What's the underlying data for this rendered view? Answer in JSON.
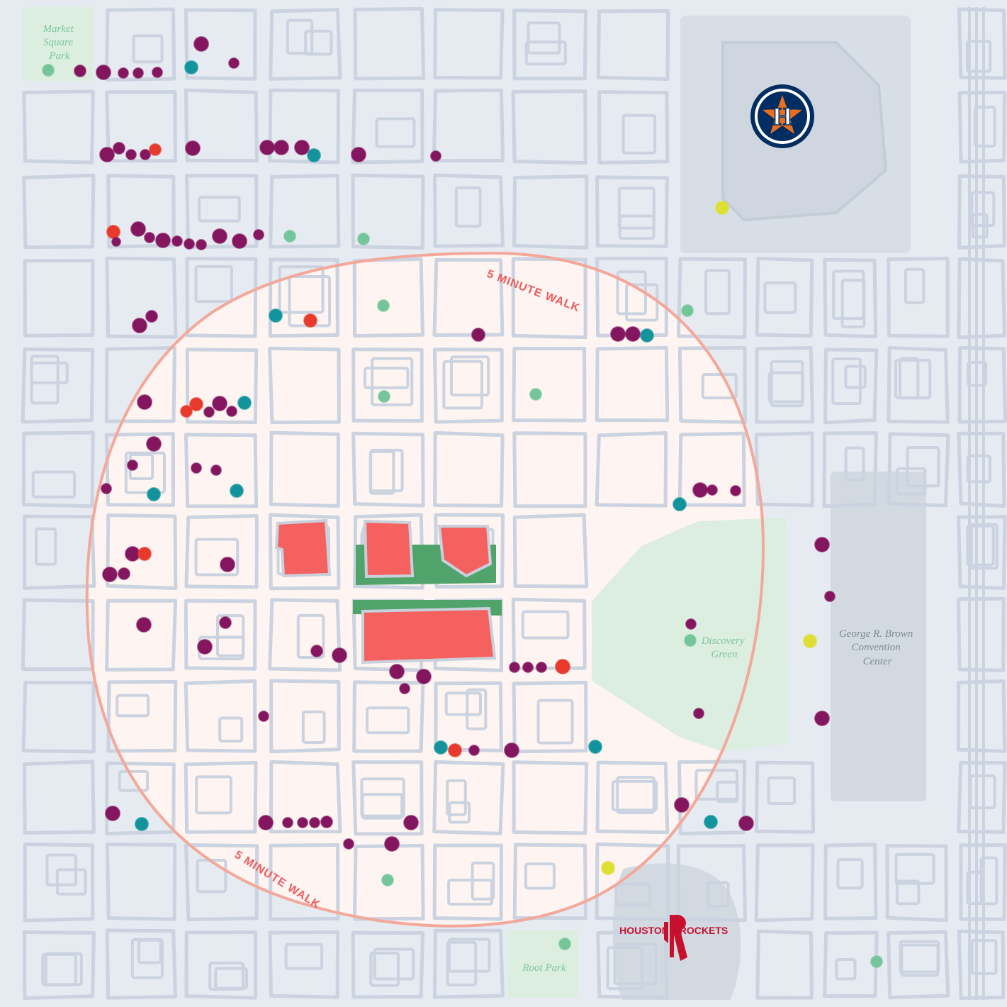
{
  "parks": [
    {
      "name": "Market Square Park",
      "lines": [
        "Market",
        "Square",
        "Park"
      ]
    },
    {
      "name": "Discovery Green",
      "lines": [
        "Discovery",
        "Green"
      ]
    },
    {
      "name": "Root Park",
      "lines": [
        "Root Park"
      ]
    }
  ],
  "venues": [
    {
      "name": "George R. Brown Convention Center",
      "lines": [
        "George R. Brown",
        "Convention",
        "Center"
      ]
    }
  ],
  "walk_radius": {
    "label": "5 MINUTE WALK",
    "color": "#f4a89a"
  },
  "logos": {
    "astros": {
      "letter": "H",
      "icon": "astros-logo-icon"
    },
    "rockets": {
      "left": "HOUSTON",
      "right": "ROCKETS",
      "icon": "rockets-logo-icon"
    }
  },
  "poi_categories": {
    "purple": "#84155f",
    "teal": "#13949c",
    "red": "#e73a2c",
    "green": "#74c69a",
    "yellow": "#dde032"
  },
  "colors": {
    "background": "#e6eaf1",
    "street_outline": "#cad3df",
    "walk_area": "#fef4f1",
    "park": "#dbeedf",
    "venue": "#d3d9e1",
    "highlight_building": "#f5615f",
    "highlight_green": "#4fa36b"
  }
}
